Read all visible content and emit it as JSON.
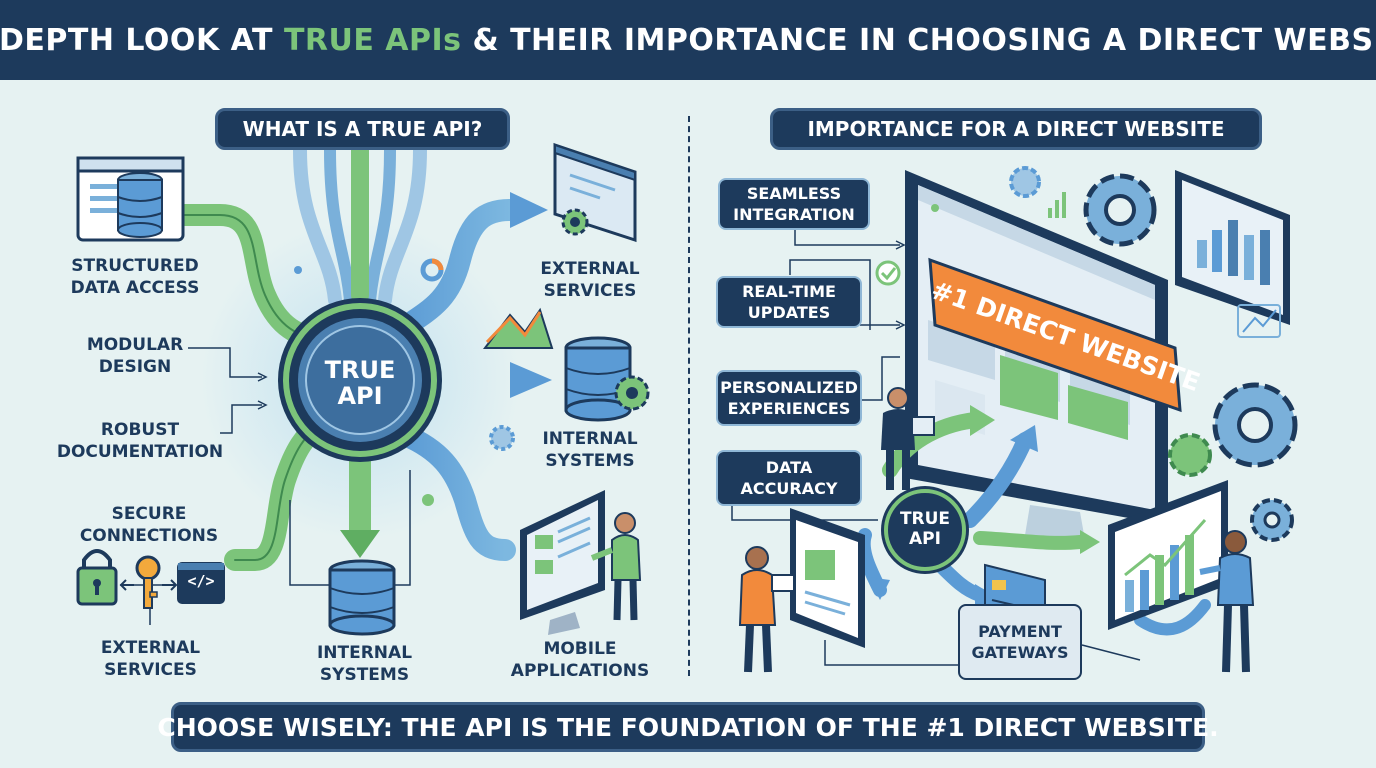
{
  "header": {
    "title_part1": "IN-DEPTH LOOK AT ",
    "title_accent": "TRUE APIs",
    "title_part2": " & THEIR IMPORTANCE IN CHOOSING A DIRECT WEBSITE"
  },
  "left": {
    "heading": "WHAT IS A TRUE API?",
    "core": [
      "TRUE",
      "API"
    ],
    "features": [
      [
        "STRUCTURED",
        "DATA ACCESS"
      ],
      [
        "MODULAR",
        "DESIGN"
      ],
      [
        "ROBUST",
        "DOCUMENTATION"
      ],
      [
        "SECURE",
        "CONNECTIONS"
      ],
      [
        "EXTERNAL",
        "SERVICES"
      ]
    ],
    "outputs": [
      [
        "EXTERNAL",
        "SERVICES"
      ],
      [
        "INTERNAL",
        "SYSTEMS"
      ],
      [
        "INTERNAL",
        "SYSTEMS"
      ],
      [
        "MOBILE",
        "APPLICATIONS"
      ]
    ],
    "code_glyph": "</>"
  },
  "right": {
    "heading": "IMPORTANCE FOR A DIRECT WEBSITE",
    "benefits": [
      [
        "SEAMLESS",
        "INTEGRATION"
      ],
      [
        "REAL-TIME",
        "UPDATES"
      ],
      [
        "PERSONALIZED",
        "EXPERIENCES"
      ],
      [
        "DATA",
        "ACCURACY"
      ]
    ],
    "core": [
      "TRUE",
      "API"
    ],
    "website_banner": "#1 DIRECT WEBSITE",
    "payment": [
      "PAYMENT",
      "GATEWAYS"
    ]
  },
  "footer": {
    "text": "CHOOSE WISELY: THE API IS THE FOUNDATION OF THE #1 DIRECT WEBSITE."
  },
  "colors": {
    "navy": "#1d3a5c",
    "green": "#6fbf6a",
    "blue": "#5b9bd5",
    "orange": "#f28a3c",
    "background": "#e6f2f2"
  }
}
